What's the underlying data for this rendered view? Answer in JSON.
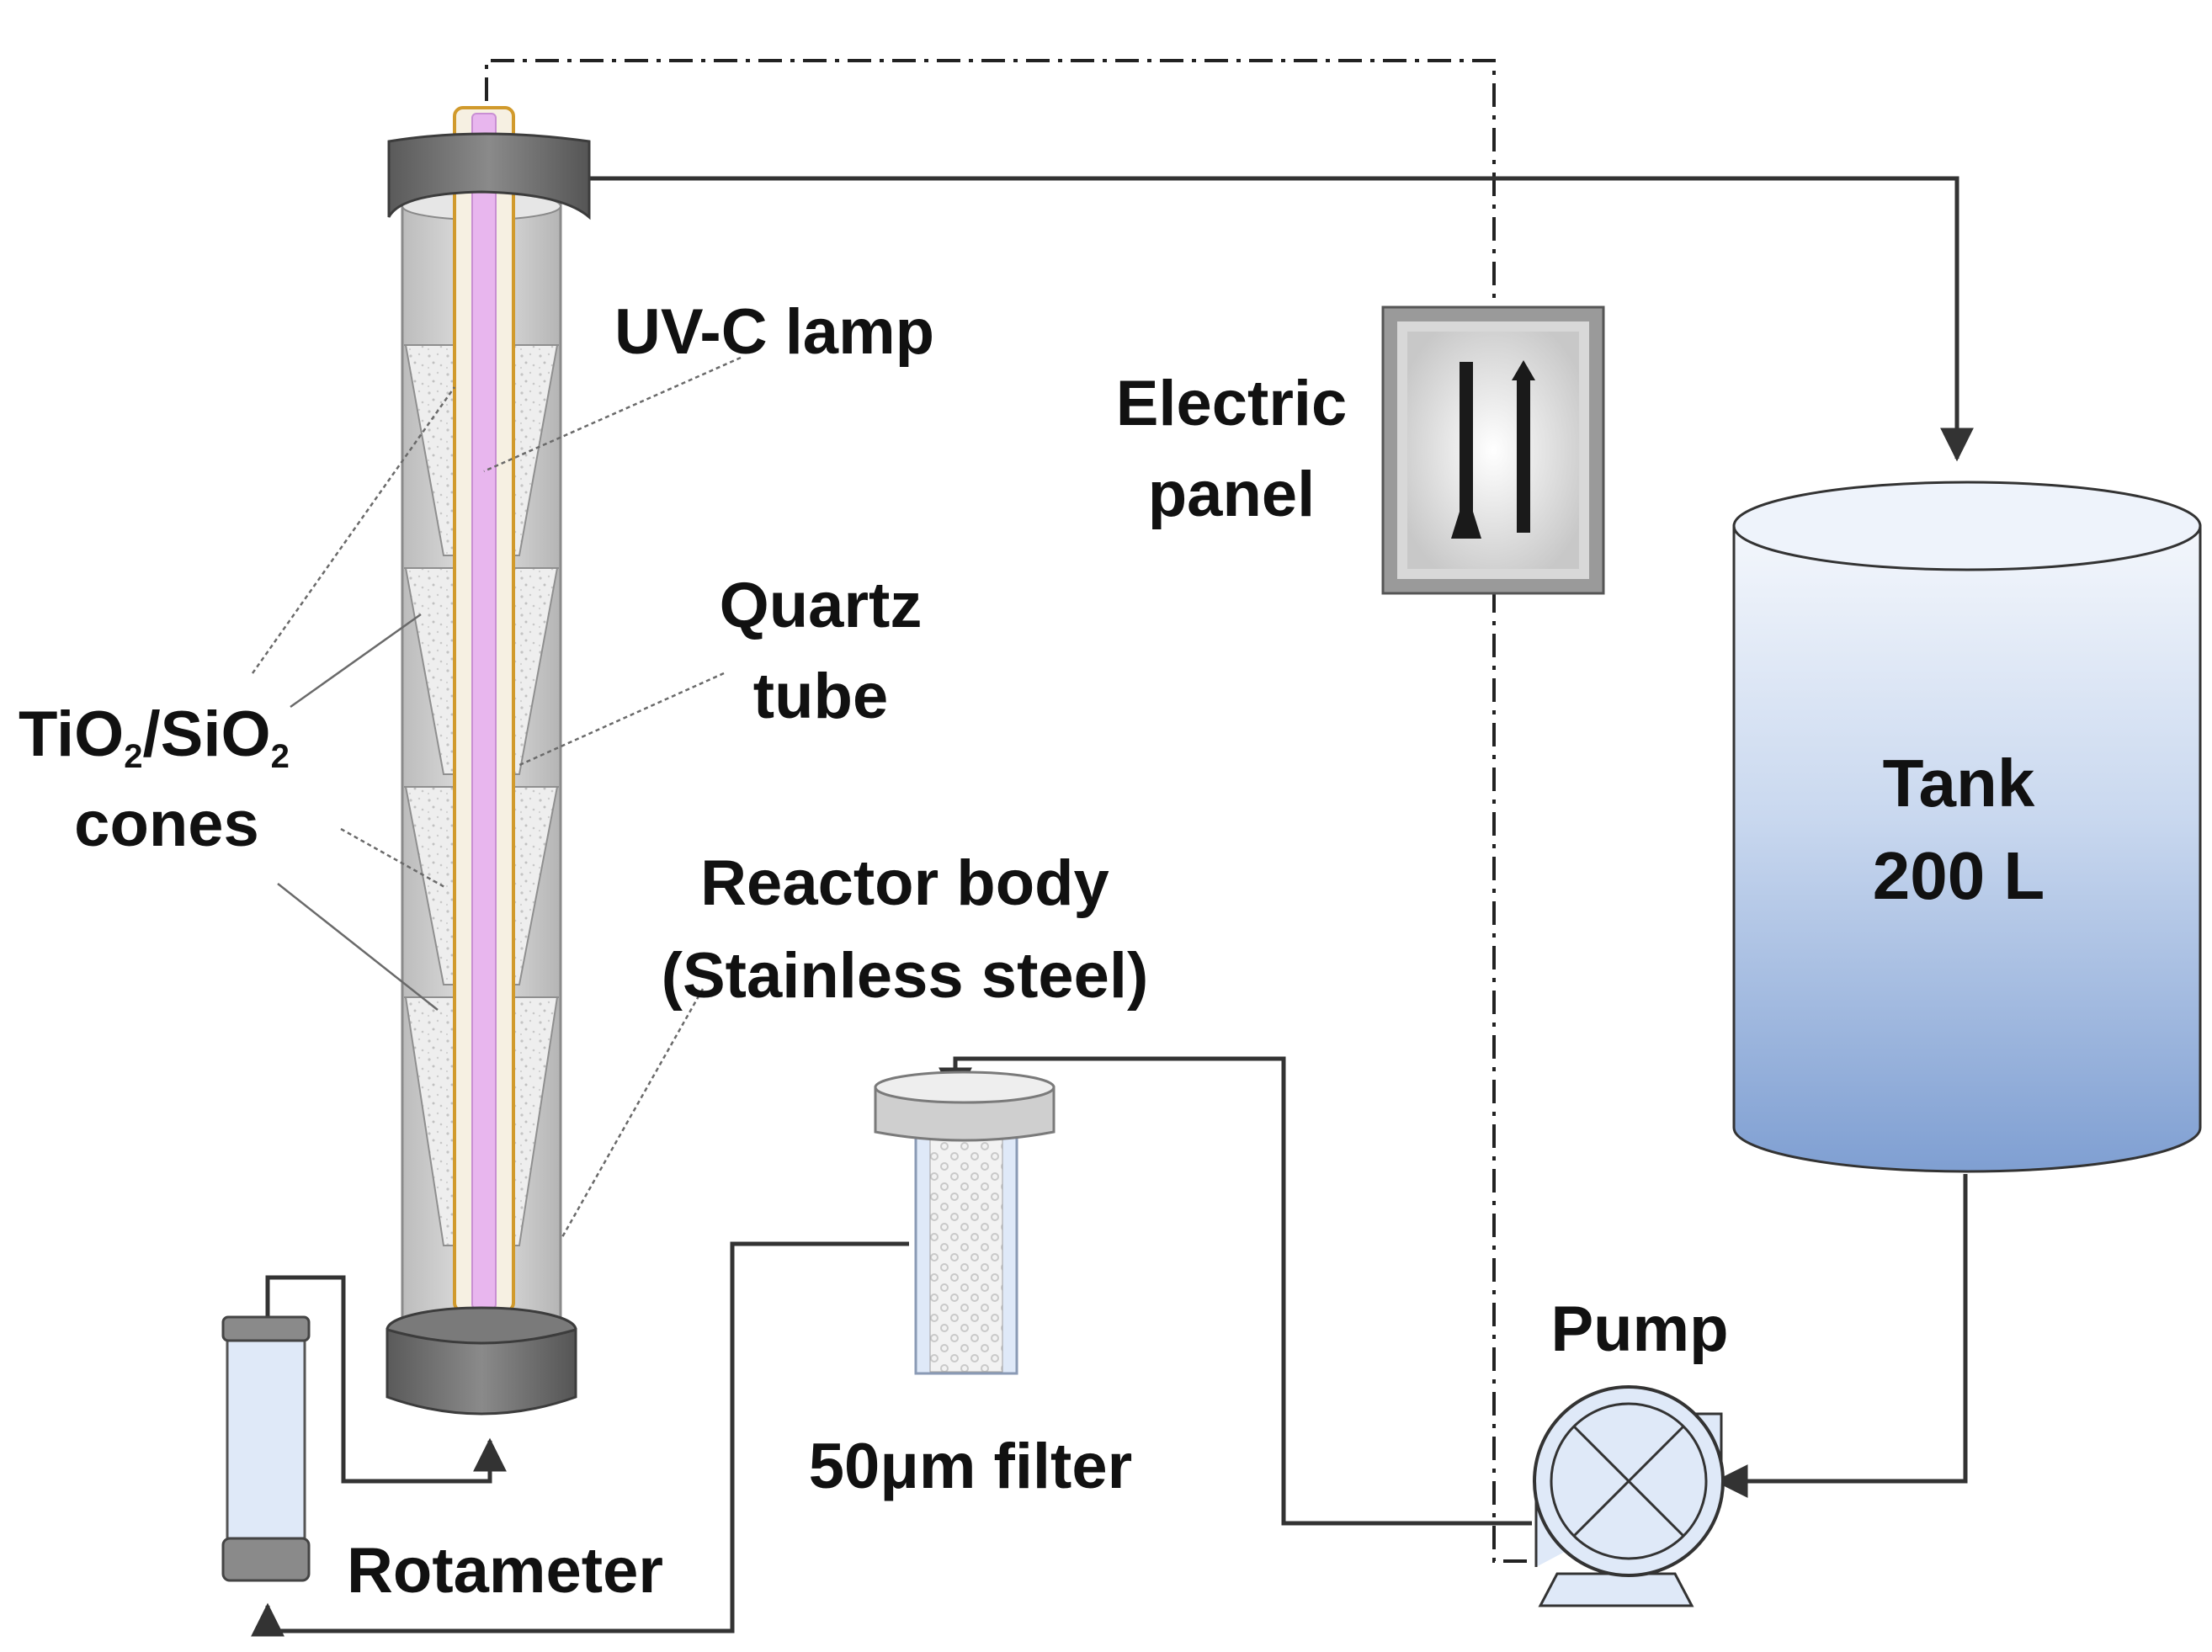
{
  "labels": {
    "uv_lamp": "UV-C lamp",
    "quartz_1": "Quartz",
    "quartz_2": "tube",
    "cones_1a": "TiO",
    "cones_1a_sub": "2",
    "cones_1b": "/SiO",
    "cones_1b_sub": "2",
    "cones_2": "cones",
    "reactor_1": "Reactor body",
    "reactor_2": "(Stainless steel)",
    "electric_1": "Electric",
    "electric_2": "panel",
    "tank_1": "Tank",
    "tank_2": "200 L",
    "pump": "Pump",
    "filter": "50μm filter",
    "rotameter": "Rotameter"
  },
  "colors": {
    "line": "#333333",
    "lamp": "#e8b6ee",
    "quartz": "#d19a2c",
    "steel": "#cfcfcf",
    "cap": "#6d6d6d",
    "tank_top": "#eaf0fa",
    "tank_bottom": "#7f9fd2",
    "device_fill": "#dfe9f8"
  }
}
